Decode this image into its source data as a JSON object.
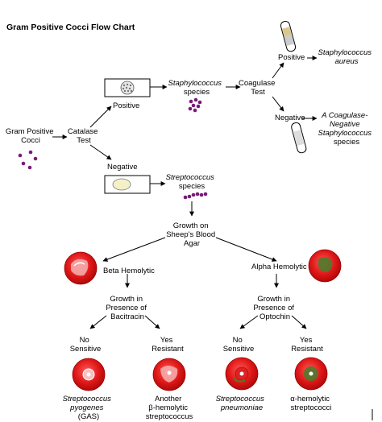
{
  "title": "Gram Positive Cocci Flow Chart",
  "nodes": {
    "start": [
      "Gram Positive",
      "Cocci"
    ],
    "catalase": [
      "Catalase",
      "Test"
    ],
    "cat_positive": "Positive",
    "cat_negative": "Negative",
    "staph_species": [
      "Staphylococcus",
      "species"
    ],
    "coagulase": [
      "Coagulase",
      "Test"
    ],
    "coag_positive": "Positive",
    "coag_negative": "Negative",
    "staph_aureus": [
      "Staphylococcus",
      "aureus"
    ],
    "coag_neg_staph": [
      "A Coagulase-",
      "Negative",
      "Staphylococcus",
      "species"
    ],
    "strep_species": [
      "Streptococcus",
      "species"
    ],
    "blood_agar": [
      "Growth on",
      "Sheep's Blood",
      "Agar"
    ],
    "beta": "Beta Hemolytic",
    "alpha": "Alpha Hemolytic",
    "bacitracin": [
      "Growth in",
      "Presence of",
      "Bacitracin"
    ],
    "optochin": [
      "Growth in",
      "Presence of",
      "Optochin"
    ],
    "bac_no": [
      "No",
      "Sensitive"
    ],
    "bac_yes": [
      "Yes",
      "Resistant"
    ],
    "opt_no": [
      "No",
      "Sensitive"
    ],
    "opt_yes": [
      "Yes",
      "Resistant"
    ],
    "pyogenes": [
      "Streptococcus",
      "pyogenes",
      "(GAS)"
    ],
    "other_beta": [
      "Another",
      "β-hemolytic",
      "streptococcus"
    ],
    "pneumoniae": [
      "Streptococcus",
      "pneumoniae"
    ],
    "alpha_strep": [
      "α-hemolytic",
      "streptococci"
    ]
  },
  "colors": {
    "cocci": "#7a1a7a",
    "agar_red": "#e02020",
    "agar_dark": "#b01010",
    "alpha_green": "#4f7a2a",
    "cluster_gray": "#9a9a9a",
    "chain_cream": "#f4f0c8"
  }
}
